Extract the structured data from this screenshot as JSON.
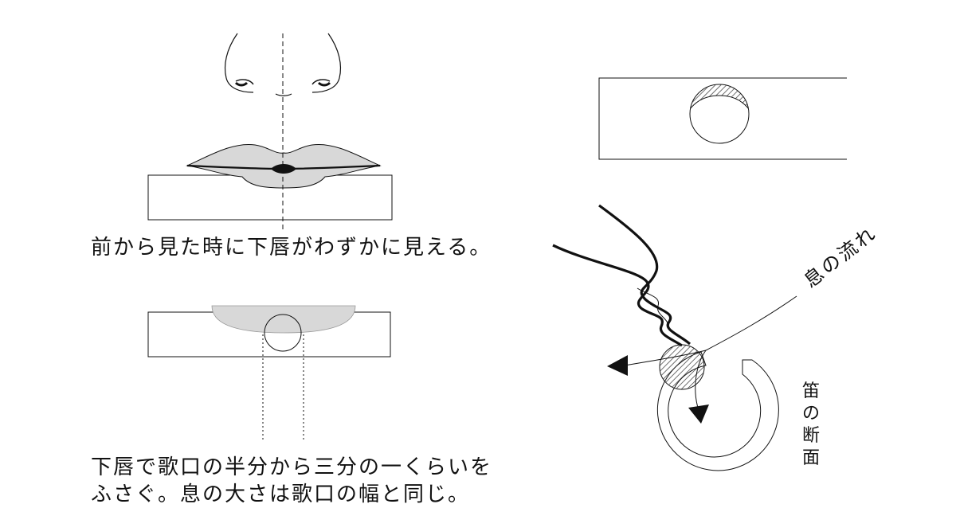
{
  "captions": {
    "front_view": "前から見た時に下唇がわずかに見える。",
    "cover_line1": "下唇で歌口の半分から三分の一くらいを",
    "cover_line2": "ふさぐ。息の大さは歌口の幅と同じ。"
  },
  "labels": {
    "breath_flow": "息の流れ",
    "flute_section": [
      "笛",
      "の",
      "断",
      "面"
    ]
  },
  "colors": {
    "lip_fill": "#d8d8d8",
    "line": "#111111",
    "background": "#ffffff"
  }
}
